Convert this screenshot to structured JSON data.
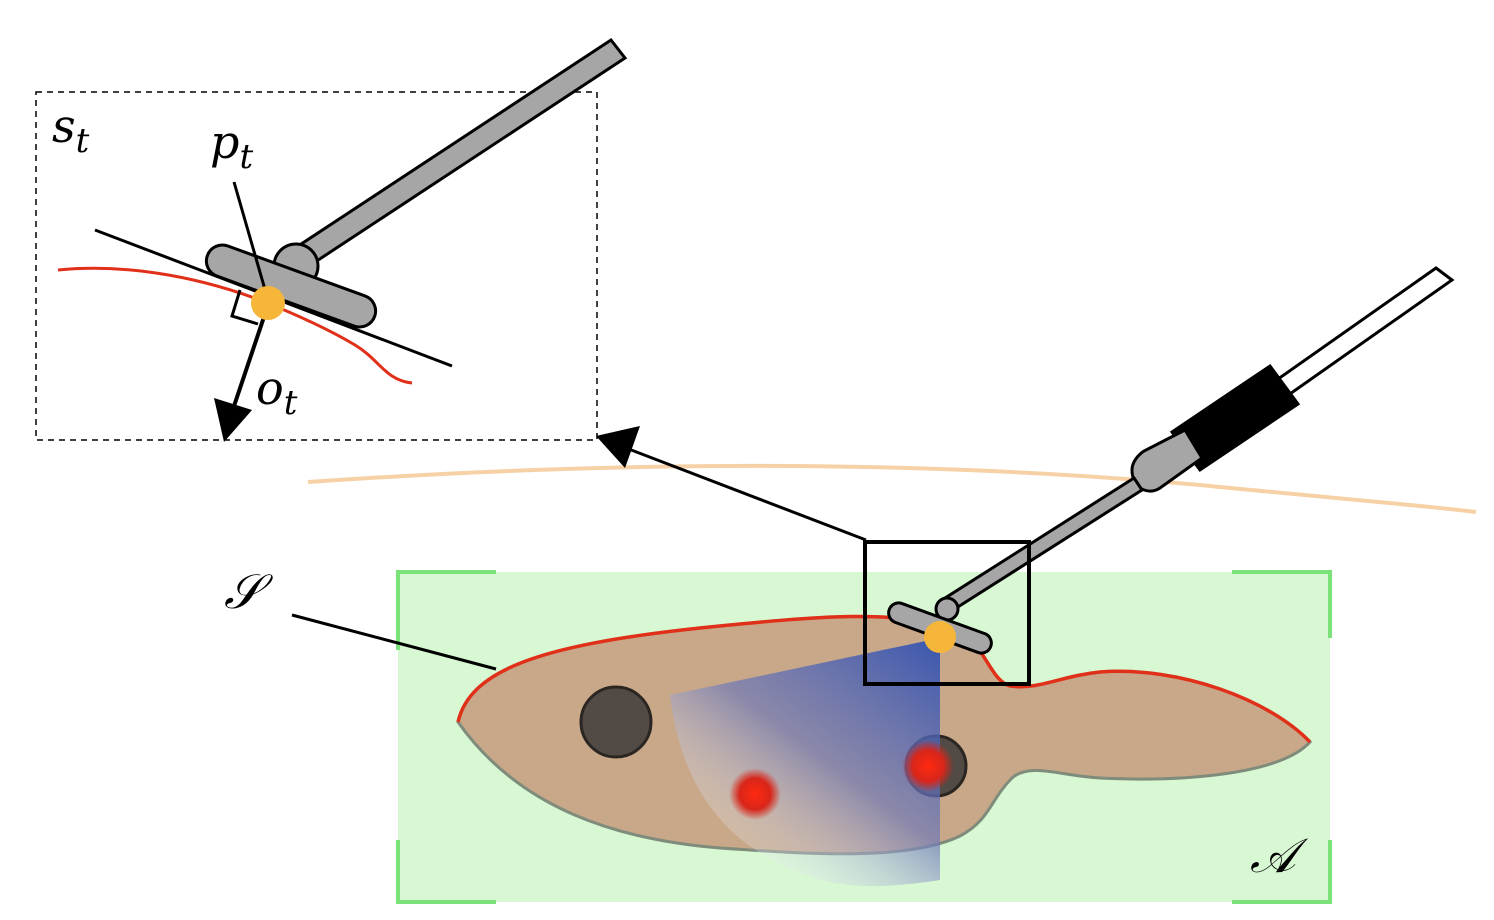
{
  "labels": {
    "state": "s",
    "state_sub": "t",
    "position": "p",
    "position_sub": "t",
    "orientation": "o",
    "orientation_sub": "t",
    "surface": "𝒮",
    "area": "𝒜"
  },
  "colors": {
    "area_fill": "#d7f8d2",
    "area_corner": "#7be27a",
    "organ_fill": "#c8a888",
    "organ_outline_lower": "#7f8c7c",
    "surface_curve": "#e1301a",
    "probe_gray": "#a6a6a6",
    "contact_point": "#f5b63a",
    "skin_line": "#f6d1a6",
    "ultrasound_beam": "#2e4fb2",
    "lesion_dark": "#514a45",
    "lesion_red": "#e0281c"
  }
}
